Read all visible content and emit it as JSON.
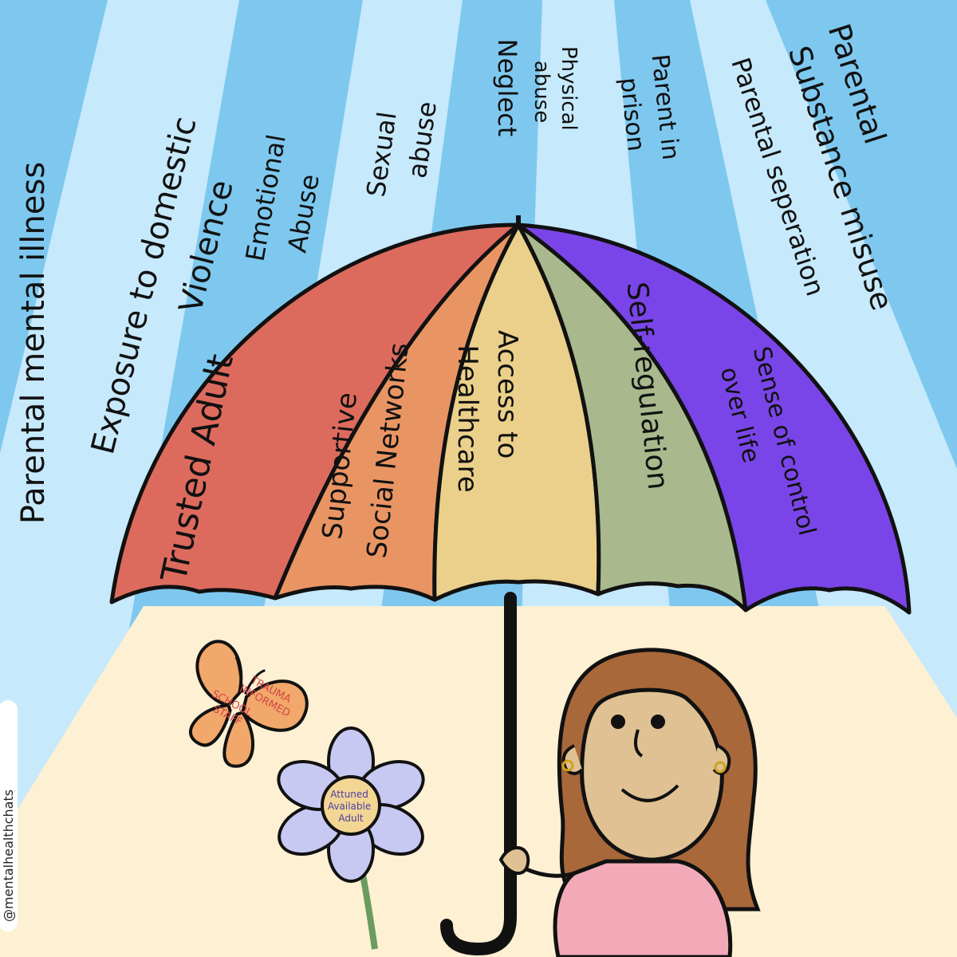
{
  "palette": {
    "ray_dark": "#7ec8ef",
    "ray_light": "#c6e9fb",
    "shelter": "#fdf0d3",
    "panel_red": "#dd6b5d",
    "panel_orange": "#e99563",
    "panel_yellow": "#ead08a",
    "panel_green": "#a9b98d",
    "panel_purple": "#7a45e8",
    "outline": "#111111",
    "butterfly": "#f1a86a",
    "flower_petal": "#c8c9f2",
    "flower_center": "#f3d693",
    "stem": "#6a9c5e",
    "hair": "#a8683a",
    "skin": "#dfc193",
    "shirt": "#f2aab9"
  },
  "risk_factors": [
    {
      "id": "parental-mental-illness",
      "lines": [
        "Parental mental illness"
      ]
    },
    {
      "id": "domestic-violence",
      "lines": [
        "Exposure to domestic",
        "Violence"
      ]
    },
    {
      "id": "emotional-abuse",
      "lines": [
        "Emotional",
        "Abuse"
      ]
    },
    {
      "id": "sexual-abuse",
      "lines": [
        "Sexual",
        "abuse"
      ]
    },
    {
      "id": "neglect",
      "lines": [
        "Neglect"
      ]
    },
    {
      "id": "physical-abuse",
      "lines": [
        "Physical",
        "abuse"
      ]
    },
    {
      "id": "parent-in-prison",
      "lines": [
        "Parent in",
        "prison"
      ]
    },
    {
      "id": "parental-separation",
      "lines": [
        "Parental seperation"
      ]
    },
    {
      "id": "parental-substance-misuse",
      "lines": [
        "Parental",
        "Substance misuse"
      ]
    }
  ],
  "protective_factors": [
    {
      "id": "trusted-adult",
      "lines": [
        "Trusted Adult"
      ]
    },
    {
      "id": "supportive-social-networks",
      "lines": [
        "Supportive",
        "Social Networks"
      ]
    },
    {
      "id": "access-to-healthcare",
      "lines": [
        "Access to",
        "Healthcare"
      ]
    },
    {
      "id": "self-regulation",
      "lines": [
        "Self-regulation"
      ]
    },
    {
      "id": "sense-of-control",
      "lines": [
        "Sense of control",
        "over life"
      ]
    }
  ],
  "butterfly_label": [
    "TRAUMA",
    "INFORMED",
    "SCHOOL",
    "STAFF"
  ],
  "flower_label": [
    "Attuned",
    "Available",
    "Adult"
  ],
  "credit": "@mentalhealthchats"
}
